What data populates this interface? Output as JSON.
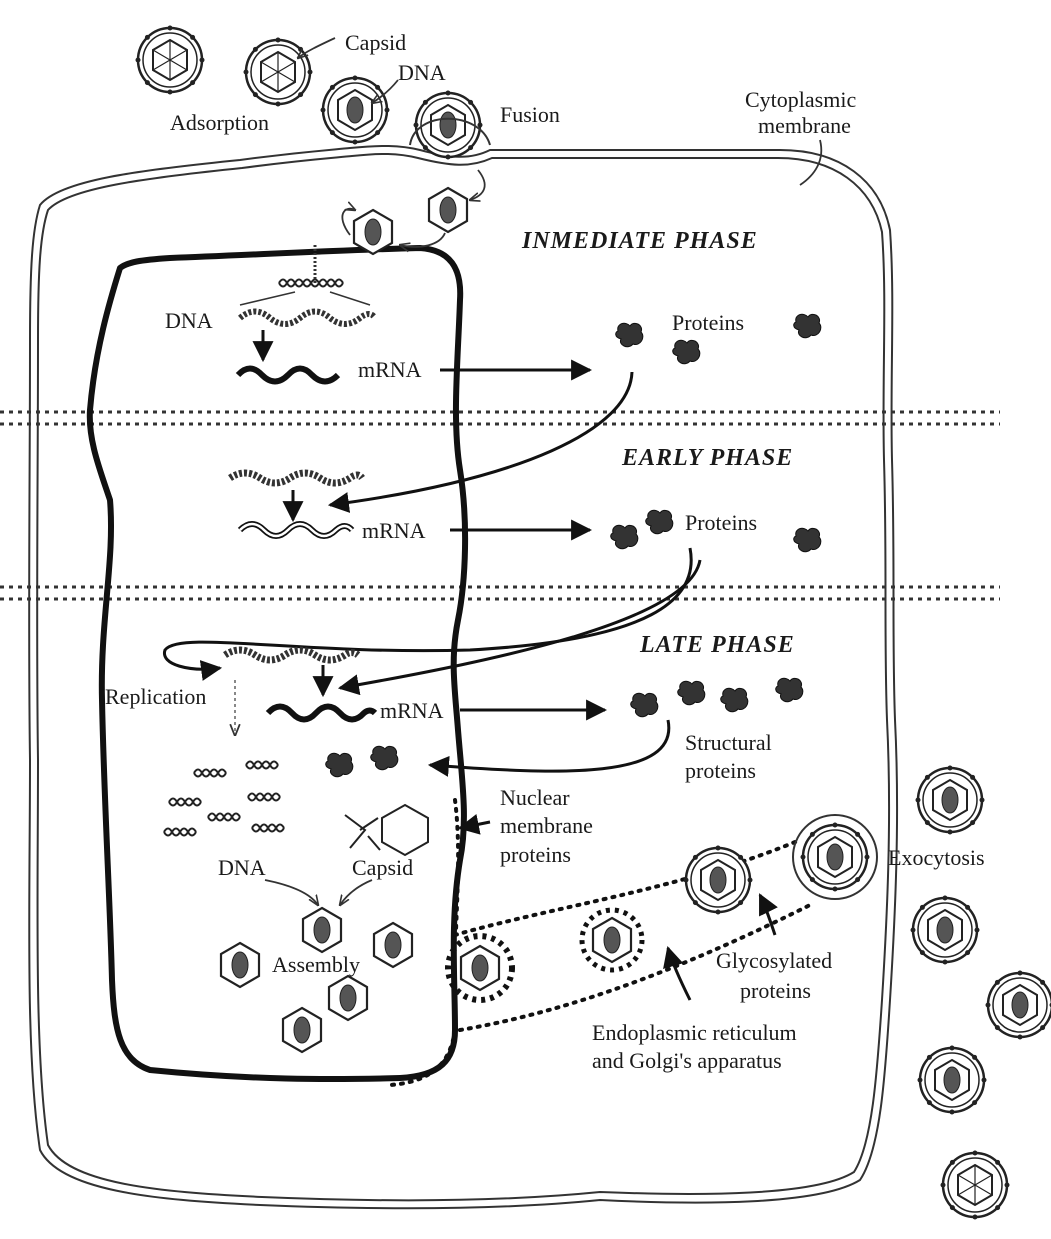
{
  "labels": {
    "capsid_top": "Capsid",
    "dna_top": "DNA",
    "adsorption": "Adsorption",
    "fusion": "Fusion",
    "cyto_line1": "Cytoplasmic",
    "cyto_line2": "membrane",
    "dna_nucleus": "DNA",
    "mrna_1": "mRNA",
    "proteins_1": "Proteins",
    "mrna_2": "mRNA",
    "proteins_2": "Proteins",
    "replication": "Replication",
    "mrna_3": "mRNA",
    "structural_1": "Structural",
    "structural_2": "proteins",
    "nuclear_1": "Nuclear",
    "nuclear_2": "membrane",
    "nuclear_3": "proteins",
    "dna_bottom": "DNA",
    "capsid_bottom": "Capsid",
    "assembly": "Assembly",
    "exocytosis": "Exocytosis",
    "glyco_1": "Glycosylated",
    "glyco_2": "proteins",
    "er_1": "Endoplasmic reticulum",
    "er_2": "and Golgi's apparatus",
    "virion_core": "DNA"
  },
  "phases": {
    "immediate": "INMEDIATE PHASE",
    "early": "EARLY PHASE",
    "late": "LATE PHASE"
  }
}
